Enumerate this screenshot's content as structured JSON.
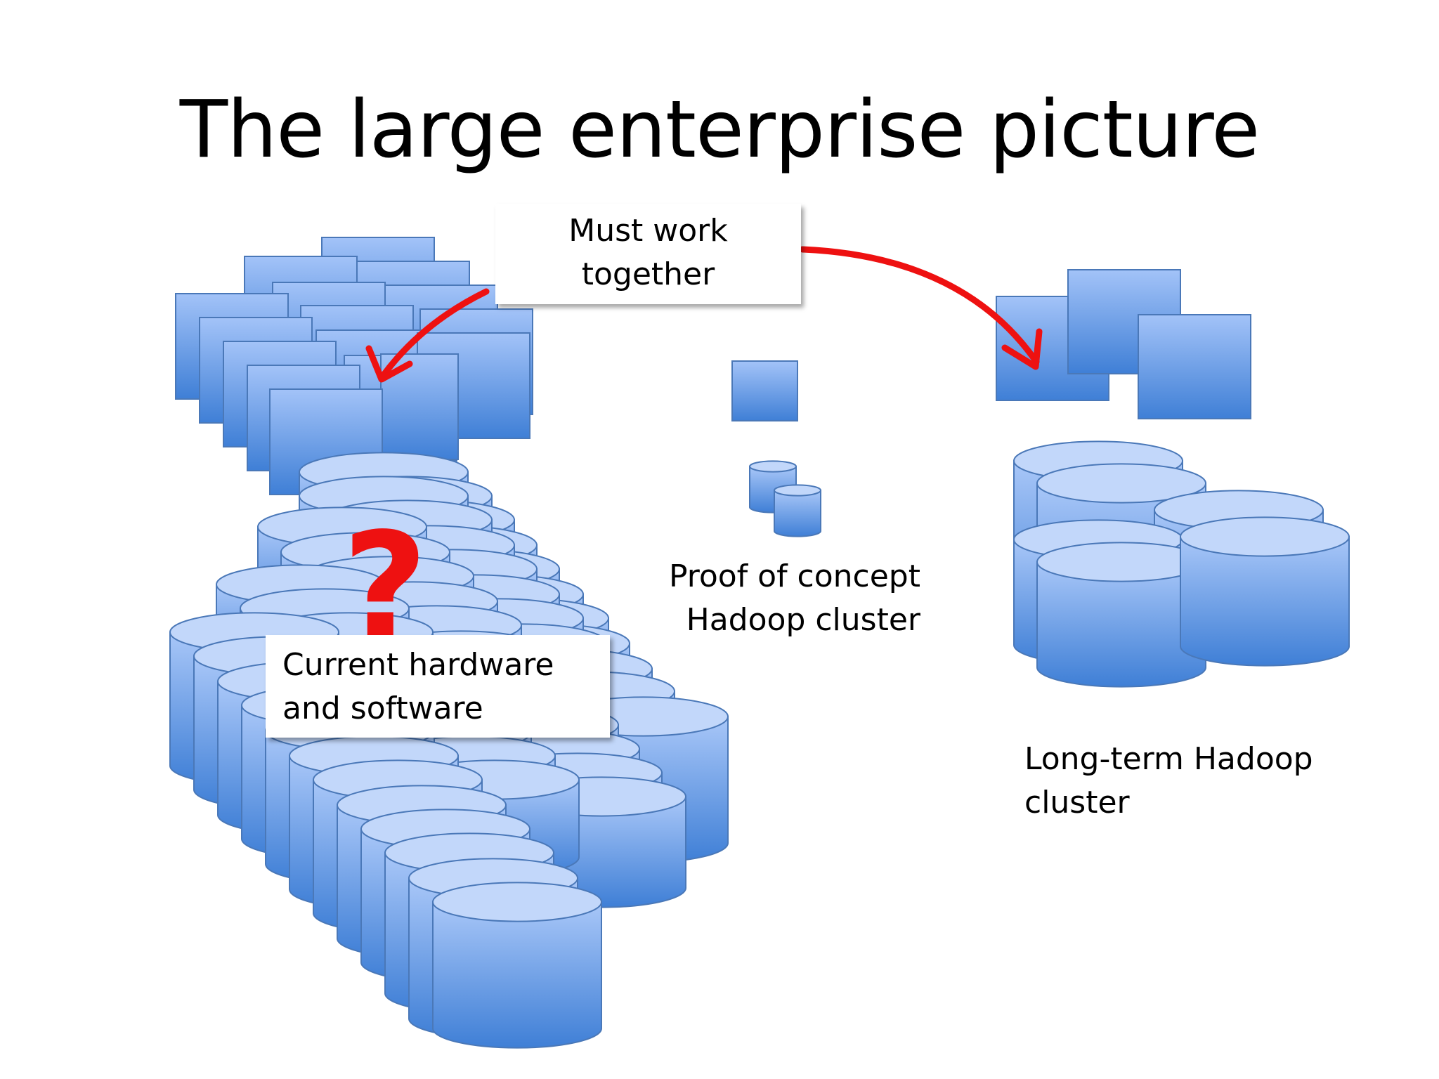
{
  "title": "The large enterprise picture",
  "labels": {
    "must_work_line1": "Must work",
    "must_work_line2": "together",
    "current_line1": "Current hardware",
    "current_line2": "and software",
    "poc_line1": "Proof of concept",
    "poc_line2": "Hadoop cluster",
    "longterm_line1": "Long-term Hadoop",
    "longterm_line2": "cluster",
    "question_mark": "?"
  },
  "colors": {
    "shape_top": "#9dbff7",
    "shape_bottom": "#3f7fd6",
    "shape_stroke": "#4a78b8",
    "cyl_top": "#c2d7fa",
    "arrow": "#ee1111"
  }
}
